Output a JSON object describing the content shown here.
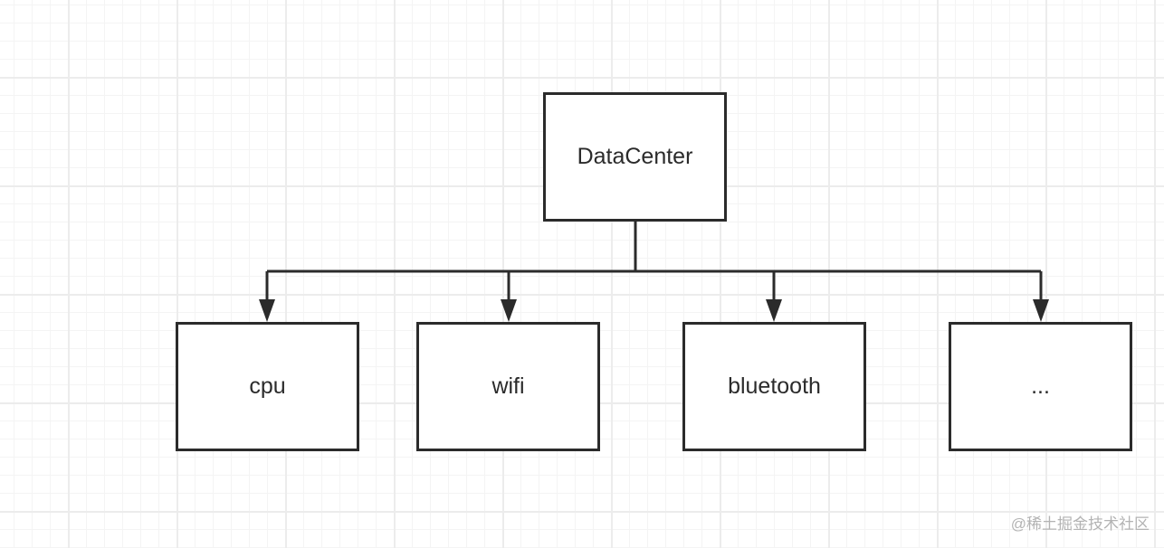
{
  "diagram": {
    "root": {
      "label": "DataCenter"
    },
    "children": [
      {
        "id": "cpu",
        "label": "cpu"
      },
      {
        "id": "wifi",
        "label": "wifi"
      },
      {
        "id": "bluetooth",
        "label": "bluetooth"
      },
      {
        "id": "more",
        "label": "..."
      }
    ]
  },
  "watermark": "@稀土掘金技术社区",
  "colors": {
    "line": "#2b2b2b",
    "background": "#ffffff",
    "grid": "#ececec",
    "watermark": "#b3b3b3"
  }
}
